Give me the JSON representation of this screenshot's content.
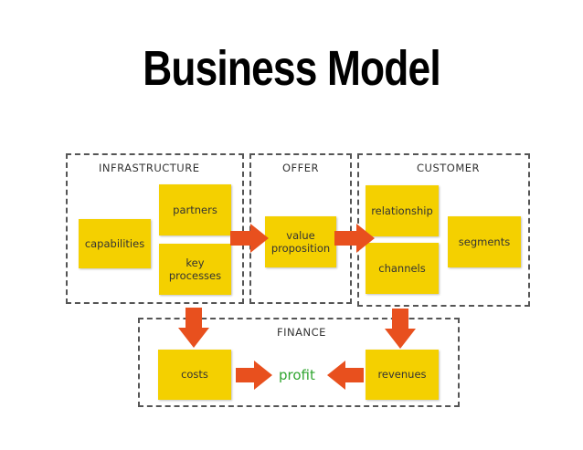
{
  "title": "Business Model",
  "groups": {
    "infrastructure": "INFRASTRUCTURE",
    "offer": "OFFER",
    "customer": "CUSTOMER",
    "finance": "FINANCE"
  },
  "boxes": {
    "capabilities": "capabilities",
    "partners": "partners",
    "key_processes": "key\nprocesses",
    "value_proposition": "value\nproposition",
    "relationship": "relationship",
    "channels": "channels",
    "segments": "segments",
    "costs": "costs",
    "revenues": "revenues"
  },
  "profit": "profit",
  "colors": {
    "box_fill": "#f4d000",
    "arrow": "#e8501e",
    "profit_text": "#2fa52f",
    "border": "#555555"
  }
}
